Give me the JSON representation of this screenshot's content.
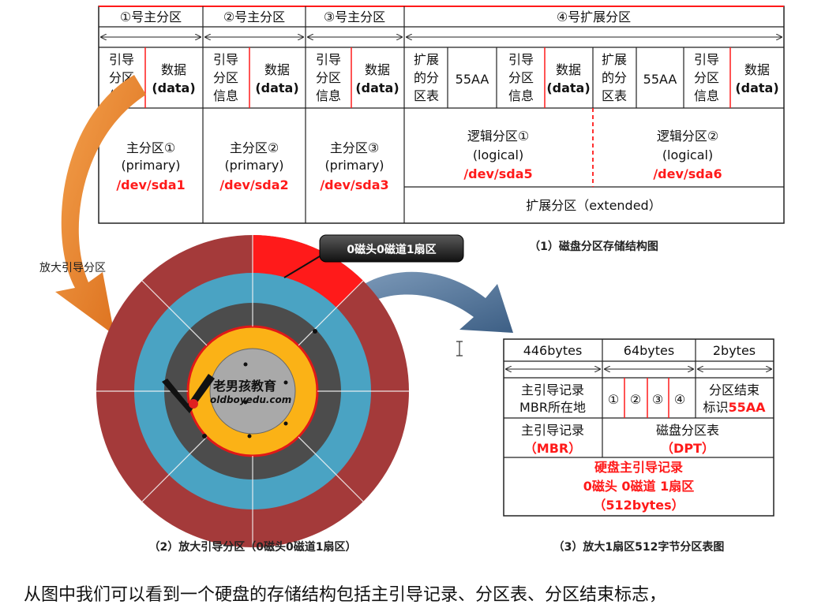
{
  "diagram1": {
    "top_labels": [
      "①号主分区",
      "②号主分区",
      "③号主分区",
      "④号扩展分区"
    ],
    "primary_cells": [
      {
        "boot": [
          "引导",
          "分区",
          "信息"
        ],
        "data": [
          "数据",
          "(data)"
        ]
      },
      {
        "boot": [
          "引导",
          "分区",
          "信息"
        ],
        "data": [
          "数据",
          "(data)"
        ]
      },
      {
        "boot": [
          "引导",
          "分区",
          "信息"
        ],
        "data": [
          "数据",
          "(data)"
        ]
      }
    ],
    "ext_cells": [
      {
        "ext": [
          "扩展",
          "的分",
          "区表"
        ],
        "aa": "55AA",
        "boot": [
          "引导",
          "分区",
          "信息"
        ],
        "data": [
          "数据",
          "(data)"
        ]
      },
      {
        "ext": [
          "扩展",
          "的分",
          "区表"
        ],
        "aa": "55AA",
        "boot": [
          "引导",
          "分区",
          "信息"
        ],
        "data": [
          "数据",
          "(data)"
        ]
      }
    ],
    "primaries": [
      {
        "name": "主分区①",
        "type": "(primary)",
        "dev": "/dev/sda1"
      },
      {
        "name": "主分区②",
        "type": "(primary)",
        "dev": "/dev/sda2"
      },
      {
        "name": "主分区③",
        "type": "(primary)",
        "dev": "/dev/sda3"
      }
    ],
    "logicals": [
      {
        "name": "逻辑分区①",
        "type": "(logical)",
        "dev": "/dev/sda5"
      },
      {
        "name": "逻辑分区②",
        "type": "(logical)",
        "dev": "/dev/sda6"
      }
    ],
    "extended_label": "扩展分区（extended）",
    "title": "（1）磁盘分区存储结构图"
  },
  "diagram2": {
    "callout": "0磁头0磁道1扇区",
    "zoom_label": "放大引导分区",
    "logo_text": "老男孩教育",
    "logo_url": "oldboyedu.com",
    "title": "（2）放大引导分区（0磁头0磁道1扇区）"
  },
  "diagram3": {
    "headers": [
      "446bytes",
      "64bytes",
      "2bytes"
    ],
    "mbr_loc": [
      "主引导记录",
      "MBR所在地"
    ],
    "slots": [
      "①",
      "②",
      "③",
      "④"
    ],
    "end_mark_line1": "分区结束",
    "end_mark_prefix": "标识",
    "end_mark_value": "55AA",
    "mbr_name": "主引导记录",
    "mbr_abbr": "（MBR）",
    "dpt_name": "磁盘分区表",
    "dpt_abbr": "（DPT）",
    "summary": [
      "硬盘主引导记录",
      "0磁头 0磁道 1扇区",
      "（512bytes）"
    ],
    "title": "（3）放大1扇区512字节分区表图"
  },
  "caption": "从图中我们可以看到一个硬盘的存储结构包括主引导记录、分区表、分区结束标志，",
  "colors": {
    "red": "#ff1a1a",
    "grid": "#222222",
    "ring_outer": "#a43a3a",
    "ring_blue": "#4aa3c3",
    "ring_dark": "#4c4c4c",
    "ring_orange": "#fbb216",
    "ring_gray": "#a9a9a9",
    "arrow_orange": "#e98a2d",
    "arrow_blue": "#4d6e91"
  }
}
